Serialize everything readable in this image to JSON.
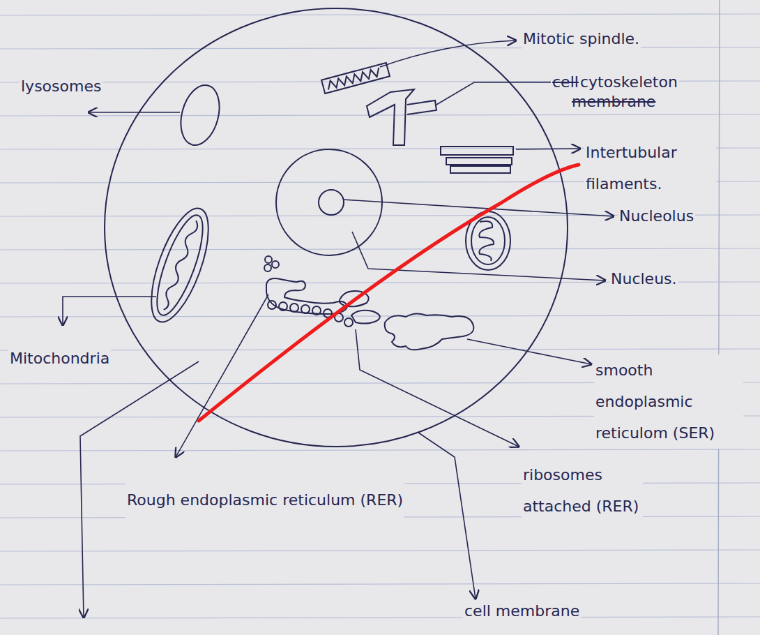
{
  "diagram": {
    "labels": [
      "lysosomes",
      "Mitotic spindle.",
      "cell",
      "cytoskeleton",
      "membrane",
      "Intertubular filaments.",
      "Nucleolus",
      "Nucleus.",
      "Mitochondria",
      "smooth endoplasmic reticulom (SER)",
      "ribosomes attached (RER)",
      "Rough endoplasmic reticulum (RER)",
      "cell membrane"
    ]
  }
}
